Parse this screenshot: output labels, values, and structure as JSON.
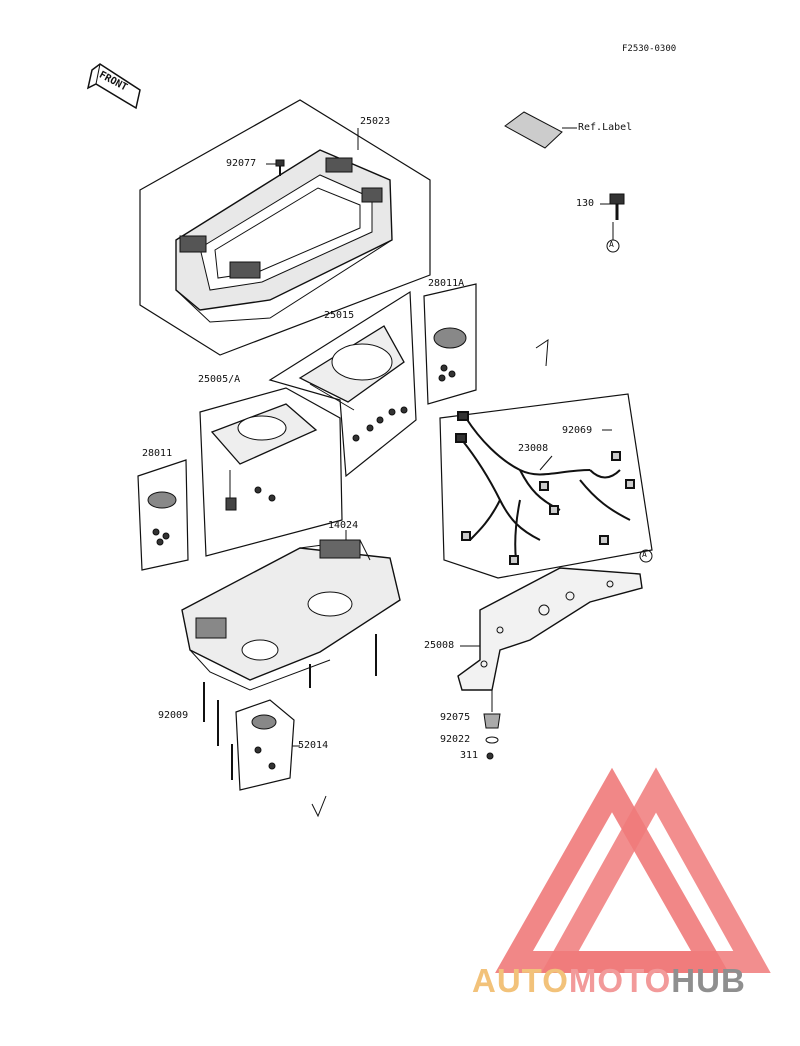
{
  "diagram": {
    "code": "F2530-0300",
    "front_label": "FRONT",
    "ref_label": "Ref.Label",
    "callouts": {
      "p25023": "25023",
      "p92077": "92077",
      "p130": "130",
      "p28011a": "28011A",
      "p25015": "25015",
      "p25005a": "25005/A",
      "p92069": "92069",
      "p23008": "23008",
      "p28011": "28011",
      "p14024": "14024",
      "p25008": "25008",
      "p92009": "92009",
      "p52014": "52014",
      "p92075": "92075",
      "p92022": "92022",
      "p311": "311"
    },
    "ref_marker": "A"
  },
  "watermark": {
    "part1": "AUTO",
    "part2": "MOTO",
    "part3": "HUB",
    "colors": {
      "part1": "#f2c27a",
      "part2": "#f29a9a",
      "part3": "#8f8f8f",
      "triangle": "#f07a7a"
    }
  }
}
